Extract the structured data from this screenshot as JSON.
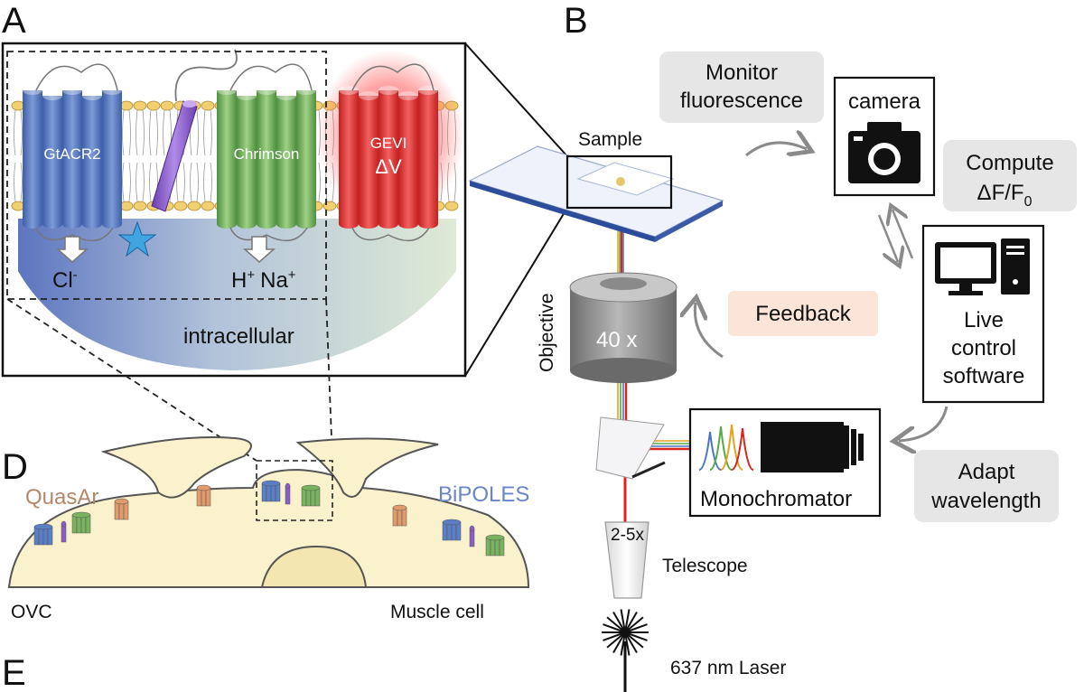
{
  "panels": {
    "a": "A",
    "b": "B",
    "d": "D",
    "e": "E"
  },
  "panel_a": {
    "proteins": [
      "GtACR2",
      "Chrimson",
      "GEVI"
    ],
    "gevi_symbol": "ΔV",
    "ion_cl": "Cl",
    "ion_cl_sup": "-",
    "ion_h": "H",
    "ion_na": "Na",
    "ion_sup_plus": "+",
    "region": "intracellular"
  },
  "panel_b": {
    "sample": "Sample",
    "objective": "Objective",
    "magnification": "40 x",
    "monitor_line1": "Monitor",
    "monitor_line2": "fluorescence",
    "camera": "camera",
    "compute_line1": "Compute",
    "compute_line2_main": "ΔF/F",
    "compute_line2_sub": "0",
    "feedback": "Feedback",
    "software_line1": "Live",
    "software_line2": "control",
    "software_line3": "software",
    "monochromator": "Monochromator",
    "adapt_line1": "Adapt",
    "adapt_line2": "wavelength",
    "telescope_mag": "2-5x",
    "telescope": "Telescope",
    "laser": "637 nm Laser"
  },
  "panel_d": {
    "quasar": "QuasAr",
    "bipoles": "BiPOLES",
    "ovc": "OVC",
    "muscle": "Muscle cell"
  },
  "colors": {
    "gtacr2": "#5b7fc4",
    "chrimson": "#79b35f",
    "gevi": "#e03a3a",
    "linker": "#8a5cc9",
    "quasar": "#e09a6c",
    "bipoles_label": "#6a86c8",
    "quasar_label": "#b5876a",
    "laser_red": "#d9261c",
    "feedback_bg": "#fbe5d8",
    "box_bg": "#e6e6e6"
  }
}
